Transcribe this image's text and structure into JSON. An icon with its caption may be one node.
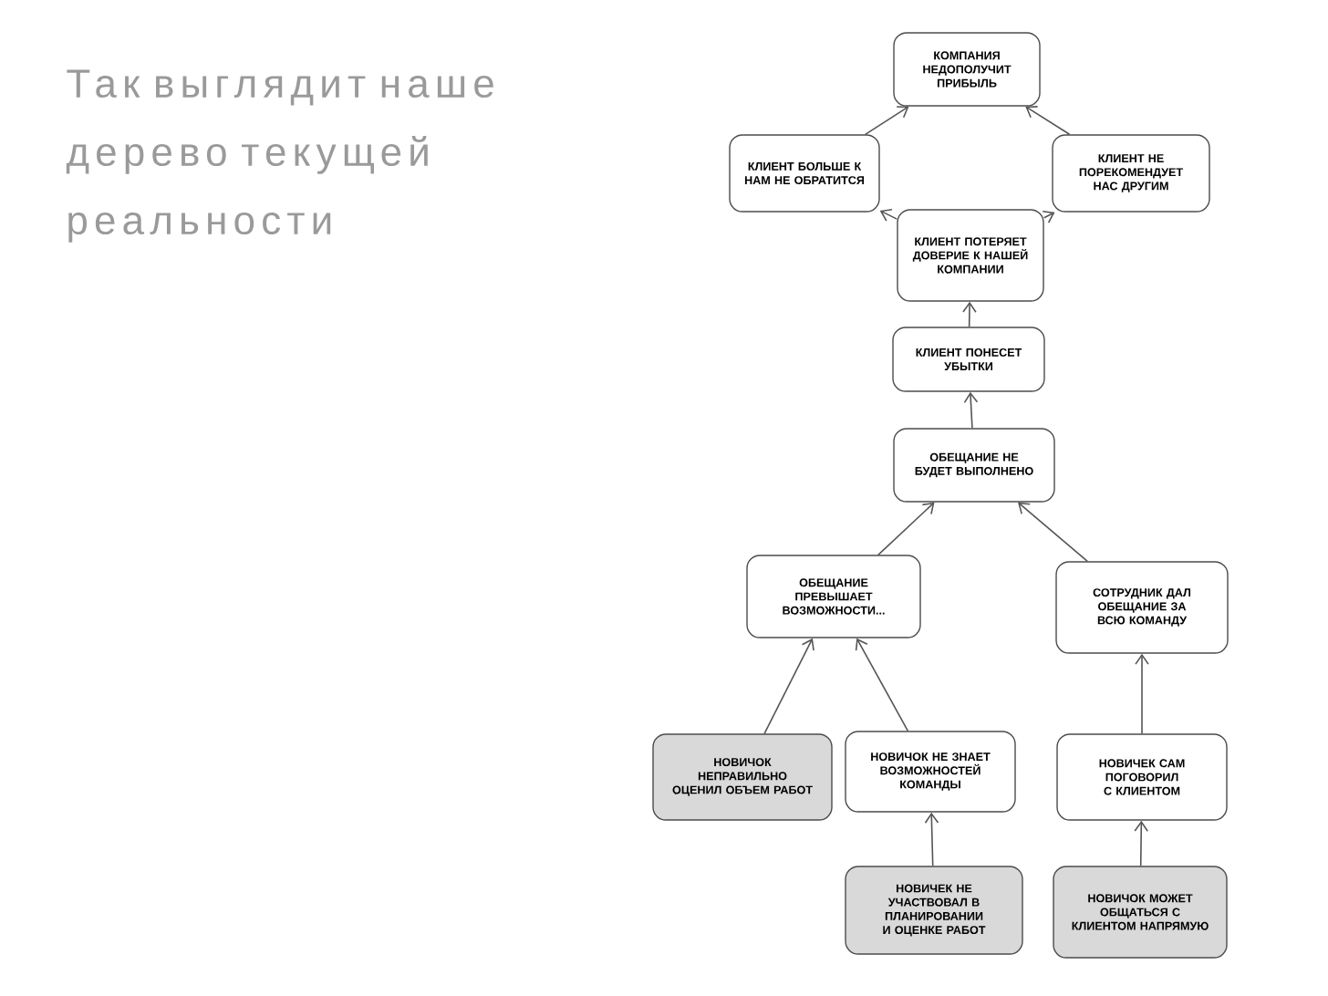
{
  "diagram": {
    "title": "Так выглядит наше дерево текущей реальности",
    "nodes": [
      {
        "text": [
          "КОМПАНИЯ НЕДОПОЛУЧИТ ПРИБЫЛЬ"
        ]
      },
      {
        "text": [
          "КЛИЕНТ БОЛЬШЕ К НАМ НЕ ОБРАТИТСЯ"
        ]
      },
      {
        "text": [
          "КЛИЕНТ НЕ ПОРЕКОМЕНДУЕТ НАС ДРУГИМ"
        ]
      },
      {
        "text": [
          "КЛИЕНТ ПОТЕРЯЕТ ДОВЕРИЕ К НАШЕЙ КОМПАНИИ"
        ]
      },
      {
        "text": [
          "КЛИЕНТ ПОНЕСЕТ УБЫТКИ"
        ]
      },
      {
        "text": [
          "ОБЕЩАНИЕ НЕ БУДЕТ ВЫПОЛНЕНО"
        ]
      },
      {
        "text": [
          "ОБЕЩАНИЕ ПРЕВЫШАЕТ ВОЗМОЖНОСТИ..."
        ]
      },
      {
        "text": [
          "СОТРУДНИК ДАЛ ОБЕЩАНИЕ ЗА ВСЮ КОМАНДУ"
        ]
      },
      {
        "text": [
          "НОВИЧОК НЕПРАВИЛЬНО ОЦЕНИЛ ОБЪЕМ РАБОТ"
        ]
      },
      {
        "text": [
          "НОВИЧОК НЕ ЗНАЕТ ВОЗМОЖНОСТЕЙ КОМАНДЫ"
        ]
      },
      {
        "text": [
          "НОВИЧЕК САМ ПОГОВОРИЛ С КЛИЕНТОМ"
        ]
      },
      {
        "text": [
          "НОВИЧЕК НЕ УЧАСТВОВАЛ В ПЛАНИРОВАНИИ И ОЦЕНКЕ РАБОТ"
        ]
      },
      {
        "text": [
          "НОВИЧОК МОЖЕТ ОБЩАТЬСЯ С КЛИЕНТОМ НАПРЯМУЮ"
        ]
      }
    ],
    "edges": [
      {
        "from": 1,
        "to": 0,
        "arrow": "to"
      },
      {
        "from": 2,
        "to": 0,
        "arrow": "to"
      },
      {
        "from": 3,
        "to": 1,
        "arrow": "to"
      },
      {
        "from": 3,
        "to": 2,
        "arrow": "to"
      },
      {
        "from": 4,
        "to": 3,
        "arrow": "to"
      },
      {
        "from": 5,
        "to": 4,
        "arrow": "to"
      },
      {
        "from": 6,
        "to": 5,
        "arrow": "to"
      },
      {
        "from": 7,
        "to": 5,
        "arrow": "to"
      },
      {
        "from": 8,
        "to": 6,
        "arrow": "to"
      },
      {
        "from": 9,
        "to": 6,
        "arrow": "to"
      },
      {
        "from": 11,
        "to": 9,
        "arrow": "to"
      },
      {
        "from": 10,
        "to": 7,
        "arrow": "to"
      },
      {
        "from": 12,
        "to": 10,
        "arrow": "to"
      }
    ]
  }
}
